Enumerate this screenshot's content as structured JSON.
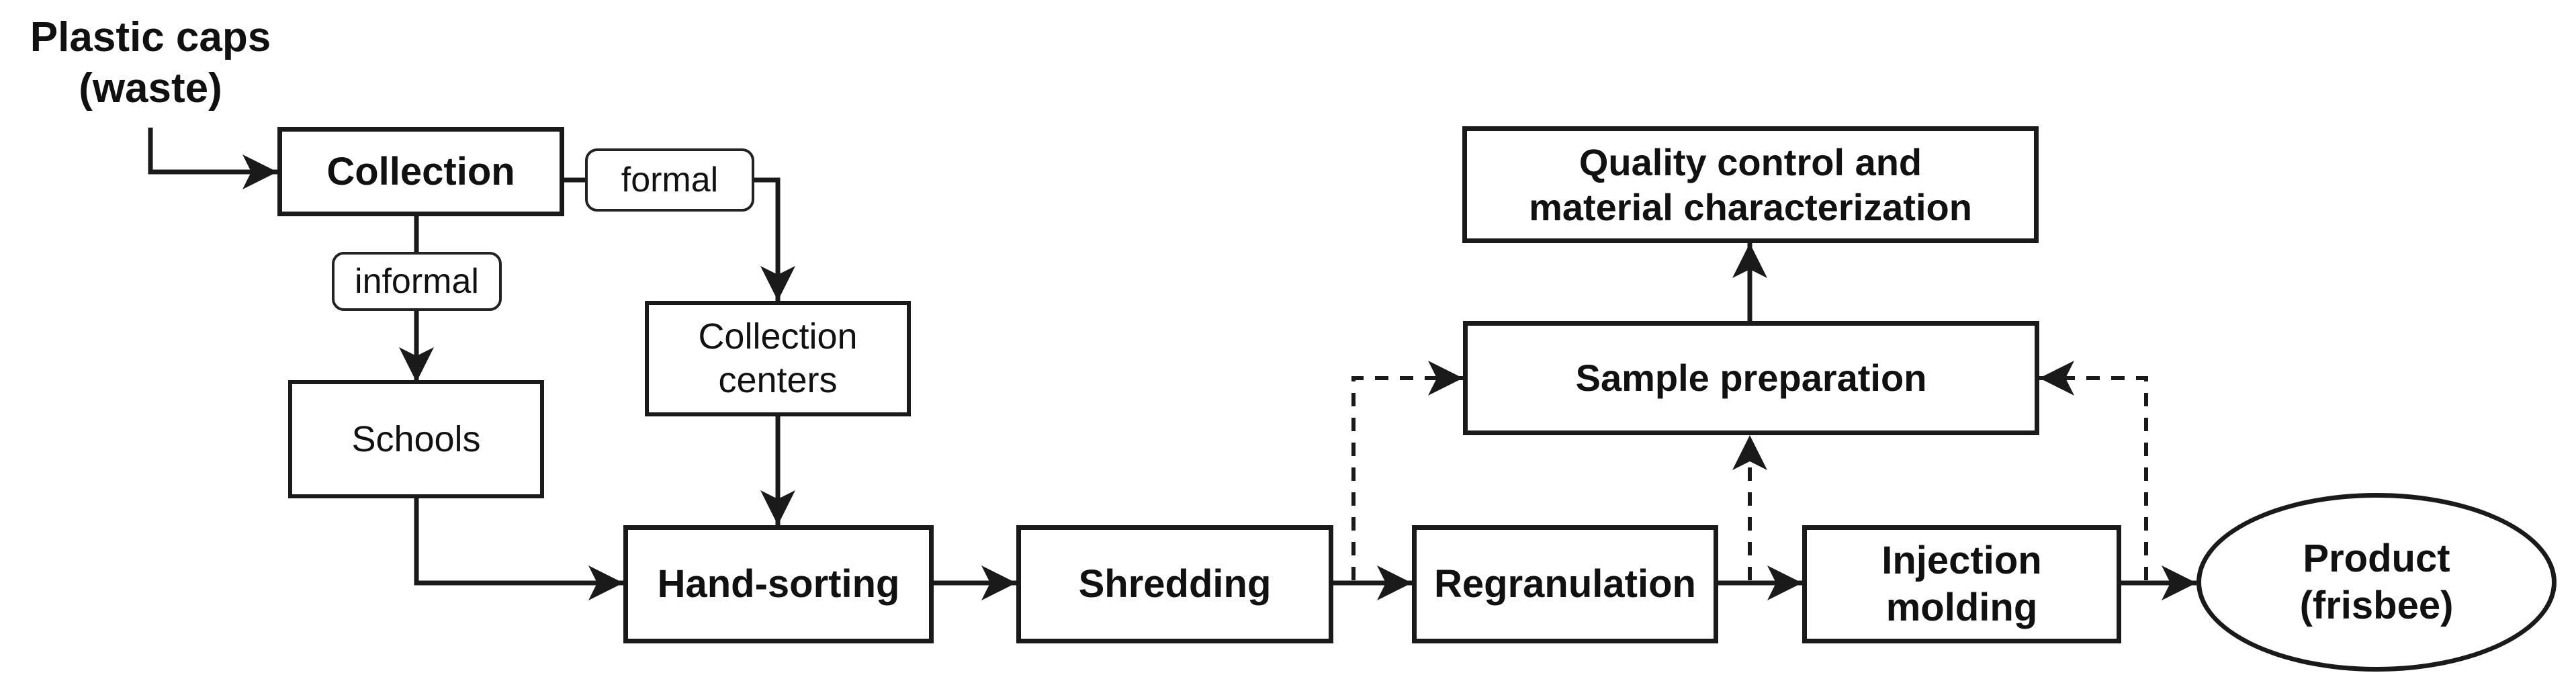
{
  "flowchart": {
    "source_label": "Plastic caps\n(waste)",
    "nodes": {
      "collection": "Collection",
      "collection_centers": "Collection\ncenters",
      "schools": "Schools",
      "hand_sorting": "Hand-sorting",
      "shredding": "Shredding",
      "regranulation": "Regranulation",
      "injection_molding": "Injection\nmolding",
      "sample_preparation": "Sample preparation",
      "quality_control": "Quality control and\nmaterial characterization",
      "product": "Product\n(frisbee)"
    },
    "edge_labels": {
      "formal": "formal",
      "informal": "informal"
    },
    "edges": [
      {
        "from": "plastic-caps-waste",
        "to": "collection",
        "style": "solid"
      },
      {
        "from": "collection",
        "to": "schools",
        "label": "informal",
        "style": "solid"
      },
      {
        "from": "collection",
        "to": "collection-centers",
        "label": "formal",
        "style": "solid"
      },
      {
        "from": "schools",
        "to": "hand-sorting",
        "style": "solid"
      },
      {
        "from": "collection-centers",
        "to": "hand-sorting",
        "style": "solid"
      },
      {
        "from": "hand-sorting",
        "to": "shredding",
        "style": "solid"
      },
      {
        "from": "shredding",
        "to": "regranulation",
        "style": "solid"
      },
      {
        "from": "regranulation",
        "to": "injection-molding",
        "style": "solid"
      },
      {
        "from": "injection-molding",
        "to": "product-frisbee",
        "style": "solid"
      },
      {
        "from": "shredding-output",
        "to": "sample-preparation",
        "style": "dashed"
      },
      {
        "from": "regranulation-output",
        "to": "sample-preparation",
        "style": "dashed"
      },
      {
        "from": "injection-molding-output",
        "to": "sample-preparation",
        "style": "dashed"
      },
      {
        "from": "sample-preparation",
        "to": "quality-control",
        "style": "solid"
      }
    ],
    "colors": {
      "line": "#1a1a1a",
      "text": "#111111",
      "background": "#ffffff"
    }
  }
}
